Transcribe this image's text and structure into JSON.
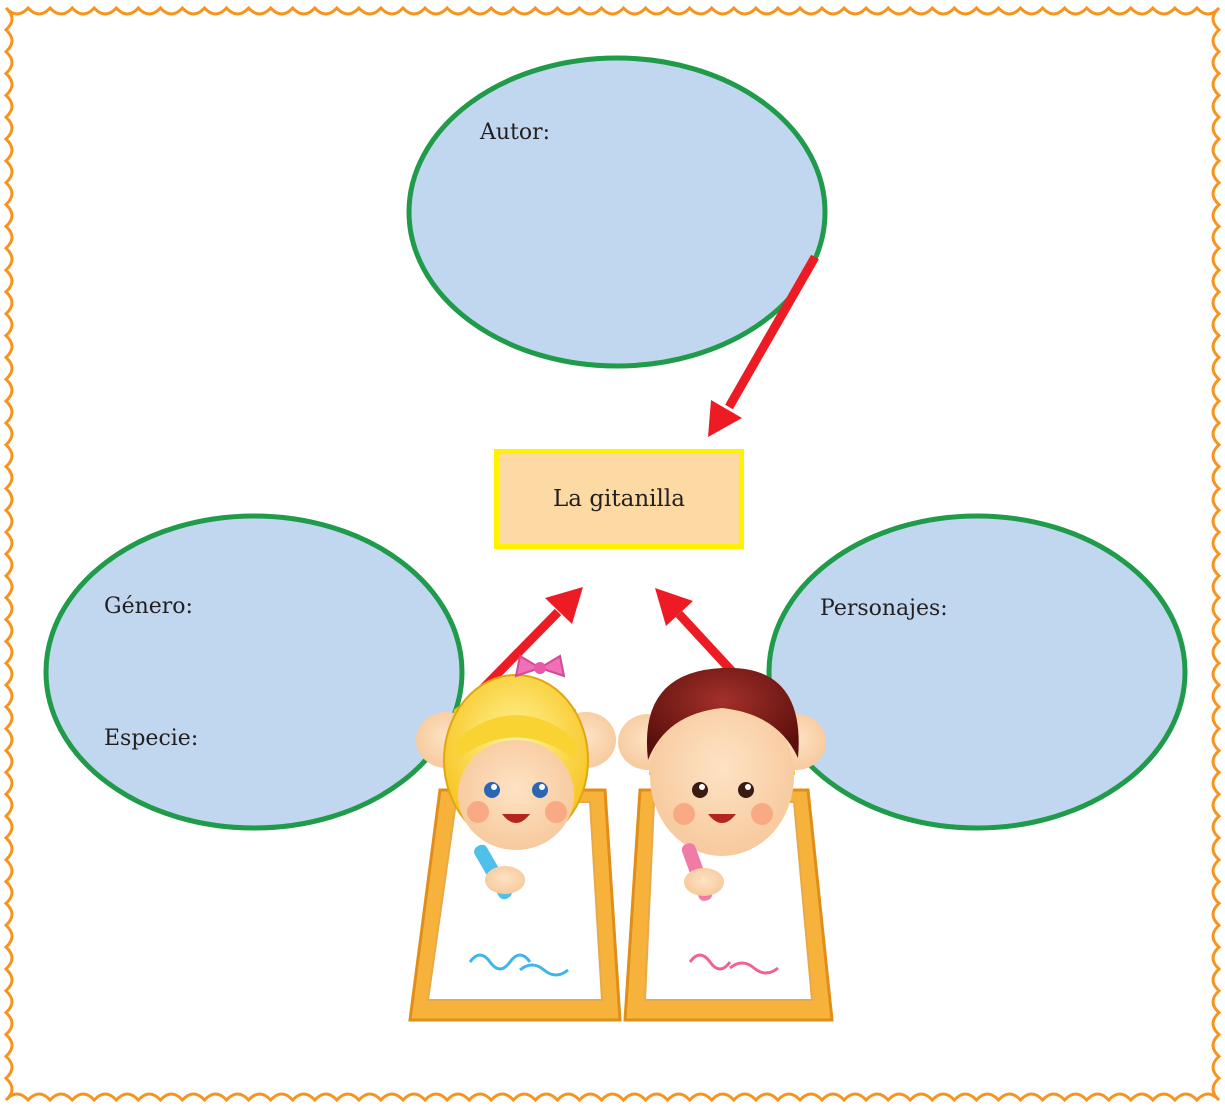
{
  "colors": {
    "border": "#f7941d",
    "ellipse_fill": "#c1d7ef",
    "ellipse_stroke": "#1f9b4a",
    "arrow": "#ed1c24",
    "center_fill": "#fdd9a3",
    "center_border": "#fff200"
  },
  "diagram": {
    "center": {
      "title": "La gitanilla"
    },
    "nodes": {
      "autor": {
        "label": "Autor:"
      },
      "genero": {
        "label": "Género:",
        "label2": "Especie:"
      },
      "personajes": {
        "label": "Personajes:"
      }
    }
  },
  "illustration": {
    "subject": "two-children-drawing"
  }
}
